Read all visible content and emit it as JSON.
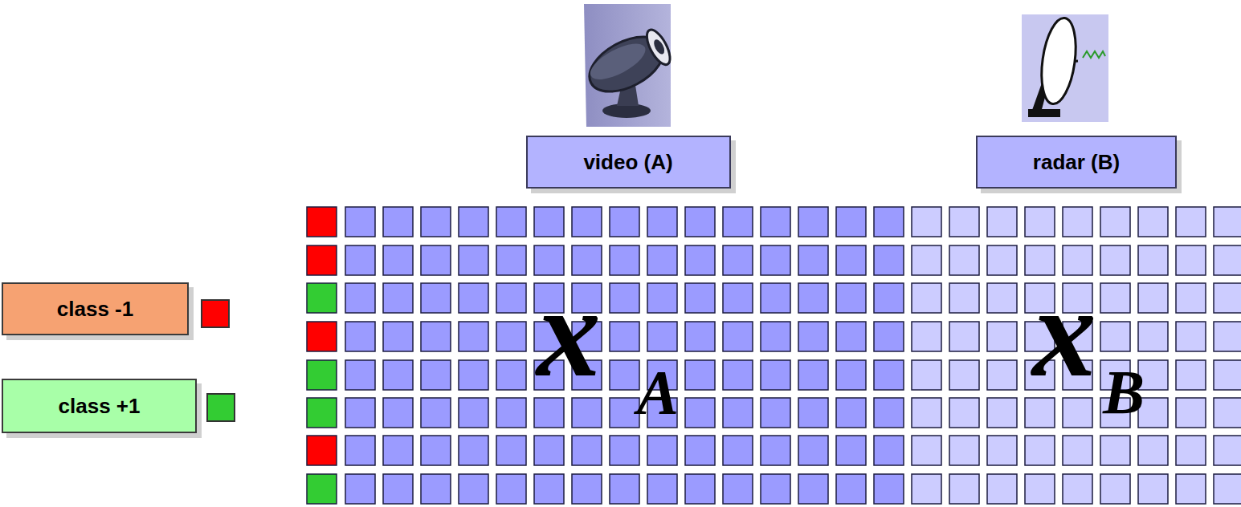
{
  "diagram": {
    "nodes": [
      {
        "text": [
          "video (A)"
        ]
      },
      {
        "text": [
          "radar (B)"
        ]
      }
    ],
    "labels": [
      "x",
      "A",
      "x",
      "B"
    ],
    "legend": [
      {
        "text": "class -1",
        "color": "#ff0000"
      },
      {
        "text": "class +1",
        "color": "#33cc33"
      }
    ]
  }
}
